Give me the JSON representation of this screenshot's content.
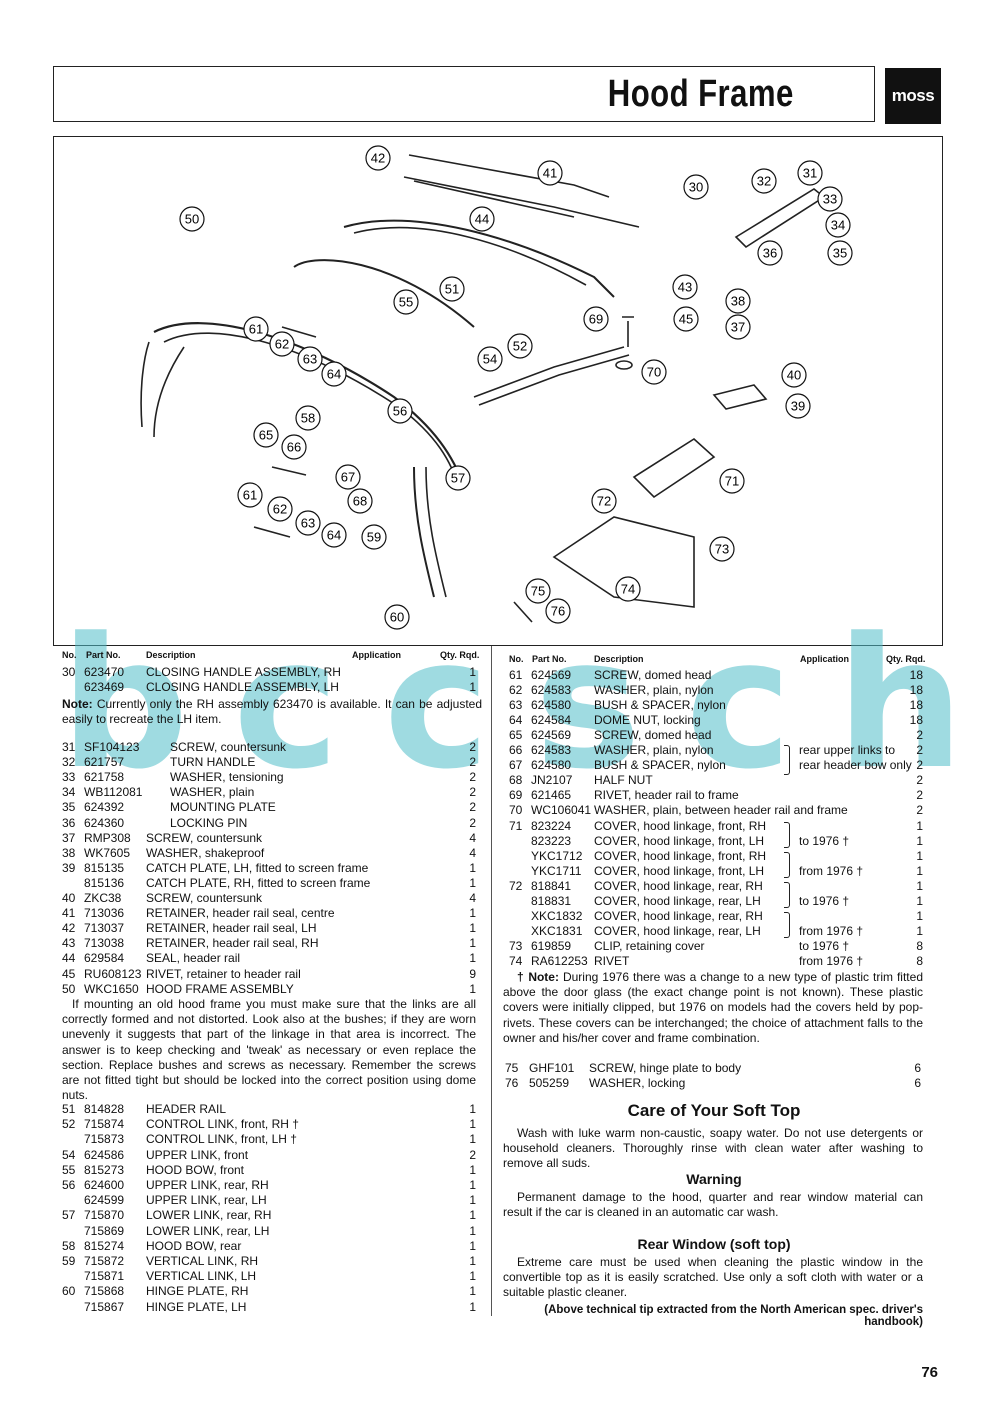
{
  "title": "Hood Frame",
  "logo": "moss",
  "watermark": "bccsch",
  "page_number": "76",
  "columns": {
    "no": "No.",
    "part": "Part No.",
    "desc": "Description",
    "app": "Application",
    "qty": "Qty. Rqd."
  },
  "left_rows": [
    {
      "no": "30",
      "part": "623470",
      "desc": "CLOSING HANDLE ASSEMBLY, RH",
      "qty": "1"
    },
    {
      "no": "",
      "part": "623469",
      "desc": "CLOSING HANDLE ASSEMBLY, LH",
      "qty": "1"
    }
  ],
  "note1_label": "Note:",
  "note1_text": " Currently only the RH assembly 623470 is available. It can be adjusted easily to recreate the LH item.",
  "left_rows2": [
    {
      "no": "31",
      "part": "SF104123",
      "desc": "SCREW, countersunk",
      "qty": "2",
      "indent": true
    },
    {
      "no": "32",
      "part": "621757",
      "desc": "TURN HANDLE",
      "qty": "2",
      "indent": true
    },
    {
      "no": "33",
      "part": "621758",
      "desc": "WASHER, tensioning",
      "qty": "2",
      "indent": true
    },
    {
      "no": "34",
      "part": "WB112081",
      "desc": "WASHER, plain",
      "qty": "2",
      "indent": true
    },
    {
      "no": "35",
      "part": "624392",
      "desc": "MOUNTING PLATE",
      "qty": "2",
      "indent": true
    },
    {
      "no": "36",
      "part": "624360",
      "desc": "LOCKING PIN",
      "qty": "2",
      "indent": true
    },
    {
      "no": "37",
      "part": "RMP308",
      "desc": "SCREW, countersunk",
      "qty": "4"
    },
    {
      "no": "38",
      "part": "WK7605",
      "desc": "WASHER, shakeproof",
      "qty": "4"
    },
    {
      "no": "39",
      "part": "815135",
      "desc": "CATCH PLATE, LH, fitted to screen frame",
      "qty": "1"
    },
    {
      "no": "",
      "part": "815136",
      "desc": "CATCH PLATE, RH, fitted to screen frame",
      "qty": "1"
    },
    {
      "no": "40",
      "part": "ZKC38",
      "desc": "SCREW, countersunk",
      "qty": "4"
    },
    {
      "no": "41",
      "part": "713036",
      "desc": "RETAINER, header rail seal, centre",
      "qty": "1"
    },
    {
      "no": "42",
      "part": "713037",
      "desc": "RETAINER, header rail seal, LH",
      "qty": "1"
    },
    {
      "no": "43",
      "part": "713038",
      "desc": "RETAINER, header rail seal, RH",
      "qty": "1"
    },
    {
      "no": "44",
      "part": "629584",
      "desc": "SEAL, header rail",
      "qty": "1"
    },
    {
      "no": "45",
      "part": "RU608123",
      "desc": "RIVET, retainer to header rail",
      "qty": "9"
    },
    {
      "no": "50",
      "part": "WKC1650",
      "desc": "HOOD FRAME ASSEMBLY",
      "qty": "1"
    }
  ],
  "para1": "If mounting an old hood frame you must make sure that the links are all correctly formed and not distorted. Look also at the bushes; if they are worn unevenly it suggests that part of the linkage in that area is incorrect. The answer is to keep checking and 'tweak' as necessary or even replace the section. Replace bushes and screws as necessary. Remember the screws are not fitted tight but should be locked into the correct position using dome nuts.",
  "left_rows3": [
    {
      "no": "51",
      "part": "814828",
      "desc": "HEADER RAIL",
      "qty": "1"
    },
    {
      "no": "52",
      "part": "715874",
      "desc": "CONTROL LINK, front, RH †",
      "qty": "1"
    },
    {
      "no": "",
      "part": "715873",
      "desc": "CONTROL LINK, front, LH †",
      "qty": "1"
    },
    {
      "no": "54",
      "part": "624586",
      "desc": "UPPER LINK, front",
      "qty": "2"
    },
    {
      "no": "55",
      "part": "815273",
      "desc": "HOOD BOW, front",
      "qty": "1"
    },
    {
      "no": "56",
      "part": "624600",
      "desc": "UPPER LINK, rear, RH",
      "qty": "1"
    },
    {
      "no": "",
      "part": "624599",
      "desc": "UPPER LINK, rear, LH",
      "qty": "1"
    },
    {
      "no": "57",
      "part": "715870",
      "desc": "LOWER LINK, rear, RH",
      "qty": "1"
    },
    {
      "no": "",
      "part": "715869",
      "desc": "LOWER LINK, rear, LH",
      "qty": "1"
    },
    {
      "no": "58",
      "part": "815274",
      "desc": "HOOD BOW, rear",
      "qty": "1"
    },
    {
      "no": "59",
      "part": "715872",
      "desc": "VERTICAL LINK, RH",
      "qty": "1"
    },
    {
      "no": "",
      "part": "715871",
      "desc": "VERTICAL LINK, LH",
      "qty": "1"
    },
    {
      "no": "60",
      "part": "715868",
      "desc": "HINGE PLATE, RH",
      "qty": "1"
    },
    {
      "no": "",
      "part": "715867",
      "desc": "HINGE PLATE, LH",
      "qty": "1"
    }
  ],
  "right_rows": [
    {
      "no": "61",
      "part": "624569",
      "desc": "SCREW, domed head",
      "app": "",
      "qty": "18"
    },
    {
      "no": "62",
      "part": "624583",
      "desc": "WASHER, plain, nylon",
      "app": "",
      "qty": "18"
    },
    {
      "no": "63",
      "part": "624580",
      "desc": "BUSH & SPACER, nylon",
      "app": "",
      "qty": "18"
    },
    {
      "no": "64",
      "part": "624584",
      "desc": "DOME NUT, locking",
      "app": "",
      "qty": "18"
    },
    {
      "no": "65",
      "part": "624569",
      "desc": "SCREW, domed head",
      "app": "",
      "qty": "2"
    },
    {
      "no": "66",
      "part": "624583",
      "desc": "WASHER, plain, nylon",
      "app": "rear upper links to",
      "qty": "2"
    },
    {
      "no": "67",
      "part": "624580",
      "desc": "BUSH & SPACER, nylon",
      "app": "rear header bow only",
      "qty": "2"
    },
    {
      "no": "68",
      "part": "JN2107",
      "desc": "HALF NUT",
      "app": "",
      "qty": "2"
    },
    {
      "no": "69",
      "part": "621465",
      "desc": "RIVET, header rail to frame",
      "app": "",
      "qty": "2"
    },
    {
      "no": "70",
      "part": "WC106041",
      "desc": "WASHER, plain, between header rail and frame",
      "app": "",
      "qty": "2"
    },
    {
      "no": "71",
      "part": "823224",
      "desc": "COVER, hood linkage, front, RH",
      "app": "",
      "qty": "1"
    },
    {
      "no": "",
      "part": "823223",
      "desc": "COVER, hood linkage, front, LH",
      "app": "to 1976 †",
      "qty": "1"
    },
    {
      "no": "",
      "part": "YKC1712",
      "desc": "COVER, hood linkage, front, RH",
      "app": "",
      "qty": "1"
    },
    {
      "no": "",
      "part": "YKC1711",
      "desc": "COVER, hood linkage, front, LH",
      "app": "from 1976 †",
      "qty": "1"
    },
    {
      "no": "72",
      "part": "818841",
      "desc": "COVER, hood linkage, rear, RH",
      "app": "",
      "qty": "1"
    },
    {
      "no": "",
      "part": "818831",
      "desc": "COVER, hood linkage, rear, LH",
      "app": "to 1976 †",
      "qty": "1"
    },
    {
      "no": "",
      "part": "XKC1832",
      "desc": "COVER, hood linkage, rear, RH",
      "app": "",
      "qty": "1"
    },
    {
      "no": "",
      "part": "XKC1831",
      "desc": "COVER, hood linkage, rear, LH",
      "app": "from 1976 †",
      "qty": "1"
    },
    {
      "no": "73",
      "part": "619859",
      "desc": "CLIP, retaining cover",
      "app": "to 1976 †",
      "qty": "8"
    },
    {
      "no": "74",
      "part": "RA612253",
      "desc": "RIVET",
      "app": "from 1976 †",
      "qty": "8"
    }
  ],
  "note2_label": "† Note:",
  "note2_text": " During 1976 there was a change to a new type of plastic trim fitted above the door glass (the exact change point is not known). These plastic covers were initially clipped, but 1976 on models had the covers held by pop-rivets. These covers can be interchanged; the choice of attachment falls to the owner and his/her cover and frame combination.",
  "right_rows2": [
    {
      "no": "75",
      "part": "GHF101",
      "desc": "SCREW, hinge plate to body",
      "qty": "6"
    },
    {
      "no": "76",
      "part": "505259",
      "desc": "WASHER, locking",
      "qty": "6"
    }
  ],
  "care": {
    "title": "Care of Your Soft Top",
    "text": "Wash with luke warm non-caustic, soapy water. Do not use detergents or household cleaners. Thoroughly rinse with clean water after washing to remove all suds.",
    "warning_title": "Warning",
    "warning_text": "Permanent damage to the hood, quarter and rear window material can result if the car is cleaned in an automatic car wash.",
    "rear_title": "Rear Window (soft top)",
    "rear_text": "Extreme care must be used when cleaning the plastic window in the convertible top as it is easily scratched. Use only a soft cloth with water or a suitable plastic cleaner.",
    "source": "(Above technical tip extracted from the North American spec. driver's handbook)"
  },
  "callouts": [
    "30",
    "31",
    "32",
    "33",
    "34",
    "35",
    "36",
    "37",
    "38",
    "39",
    "40",
    "41",
    "42",
    "43",
    "44",
    "45",
    "50",
    "51",
    "52",
    "54",
    "55",
    "56",
    "57",
    "58",
    "59",
    "60",
    "61",
    "62",
    "63",
    "64",
    "65",
    "66",
    "67",
    "68",
    "61",
    "62",
    "63",
    "64",
    "69",
    "70",
    "71",
    "72",
    "73",
    "74",
    "75",
    "76"
  ]
}
